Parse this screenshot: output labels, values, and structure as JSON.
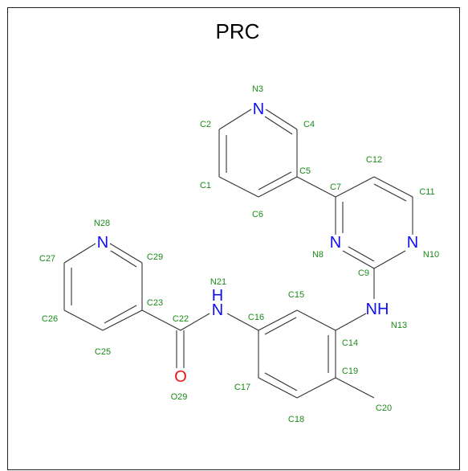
{
  "title": "PRC",
  "colors": {
    "carbon_label": "#1a8a1a",
    "nitrogen": "#1010ee",
    "oxygen": "#ee1111",
    "bond": "#333333"
  },
  "atom_symbols": {
    "N": "N",
    "NH": "NH",
    "O": "O"
  },
  "atoms": [
    {
      "id": "C1",
      "label": "C1"
    },
    {
      "id": "C2",
      "label": "C2"
    },
    {
      "id": "N3",
      "label": "N3"
    },
    {
      "id": "C4",
      "label": "C4"
    },
    {
      "id": "C5",
      "label": "C5"
    },
    {
      "id": "C6",
      "label": "C6"
    },
    {
      "id": "C7",
      "label": "C7"
    },
    {
      "id": "N8",
      "label": "N8"
    },
    {
      "id": "C9",
      "label": "C9"
    },
    {
      "id": "N10",
      "label": "N10"
    },
    {
      "id": "C11",
      "label": "C11"
    },
    {
      "id": "C12",
      "label": "C12"
    },
    {
      "id": "N13",
      "label": "N13"
    },
    {
      "id": "C14",
      "label": "C14"
    },
    {
      "id": "C15",
      "label": "C15"
    },
    {
      "id": "C16",
      "label": "C16"
    },
    {
      "id": "C17",
      "label": "C17"
    },
    {
      "id": "C18",
      "label": "C18"
    },
    {
      "id": "C19",
      "label": "C19"
    },
    {
      "id": "C20",
      "label": "C20"
    },
    {
      "id": "N21",
      "label": "N21"
    },
    {
      "id": "C22",
      "label": "C22"
    },
    {
      "id": "C23",
      "label": "C23"
    },
    {
      "id": "C25",
      "label": "C25"
    },
    {
      "id": "C26",
      "label": "C26"
    },
    {
      "id": "C27",
      "label": "C27"
    },
    {
      "id": "N28",
      "label": "N28"
    },
    {
      "id": "C29",
      "label": "C29"
    },
    {
      "id": "O29",
      "label": "O29"
    }
  ]
}
